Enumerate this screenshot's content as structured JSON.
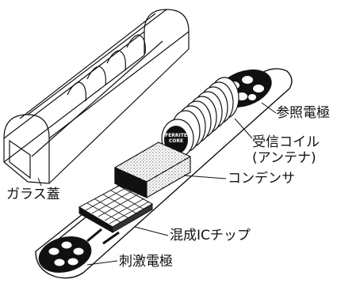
{
  "labels": {
    "reference_electrode": "参照電極",
    "receiver_coil_line1": "受信コイル",
    "receiver_coil_line2": "(アンテナ)",
    "capacitor": "コンデンサ",
    "glass_lid": "ガラス蓋",
    "hybrid_ic": "混成ICチップ",
    "stimulus_electrode": "刺激電極"
  },
  "core_text": {
    "line1": "FERRITE",
    "line2": "CORE"
  }
}
